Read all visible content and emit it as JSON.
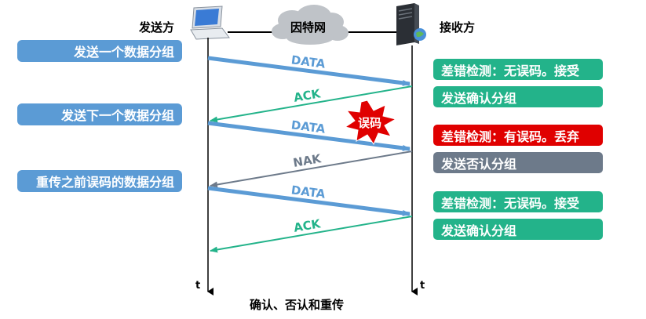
{
  "title": "确认、否认和重传",
  "sender": {
    "label": "发送方"
  },
  "receiver": {
    "label": "接收方"
  },
  "network": {
    "label": "因特网"
  },
  "time_label": "t",
  "sender_steps": [
    "发送一个数据分组",
    "发送下一个数据分组",
    "重传之前误码的数据分组"
  ],
  "messages": [
    {
      "label": "DATA",
      "color": "#5b9bd5"
    },
    {
      "label": "ACK",
      "color": "#23b38a"
    },
    {
      "label": "DATA",
      "color": "#5b9bd5"
    },
    {
      "label": "NAK",
      "color": "#6d7a8a"
    },
    {
      "label": "DATA",
      "color": "#5b9bd5"
    },
    {
      "label": "ACK",
      "color": "#23b38a"
    }
  ],
  "error_burst": {
    "label": "误码",
    "color": "#e00000"
  },
  "receiver_steps": [
    {
      "label": "差错检测：无误码。接受",
      "color": "#23b38a"
    },
    {
      "label": "发送确认分组",
      "color": "#23b38a"
    },
    {
      "label": "差错检测：有误码。丢弃",
      "color": "#e00000"
    },
    {
      "label": "发送否认分组",
      "color": "#6d7a8a"
    },
    {
      "label": "差错检测：无误码。接受",
      "color": "#23b38a"
    },
    {
      "label": "发送确认分组",
      "color": "#23b38a"
    }
  ]
}
